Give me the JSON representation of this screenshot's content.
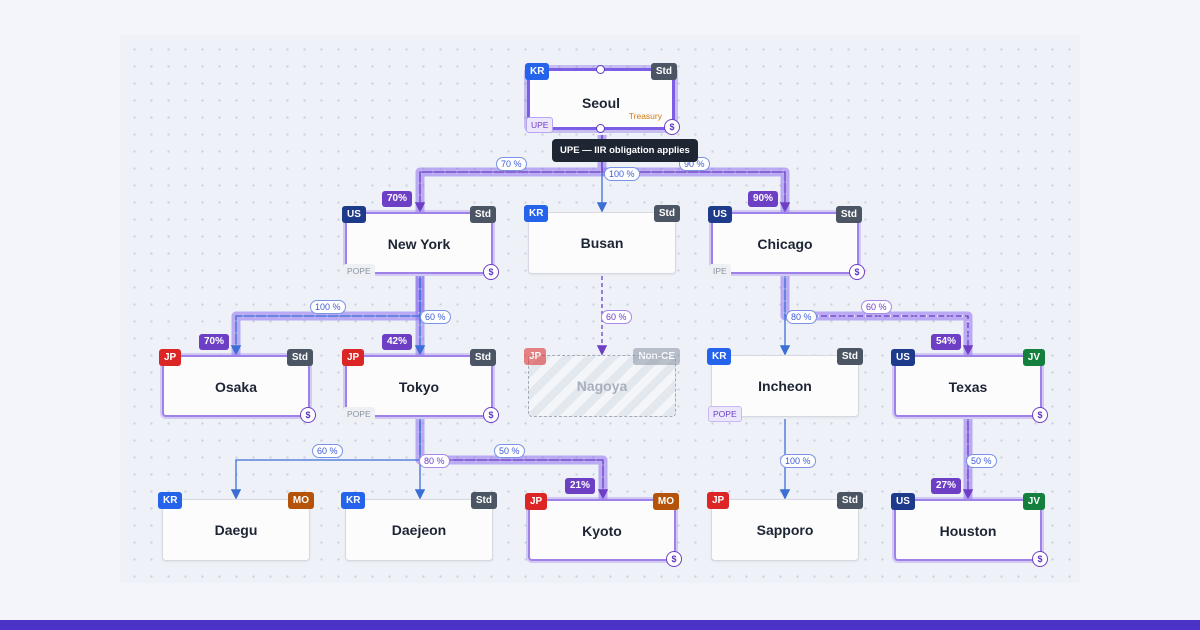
{
  "tooltip": "UPE — IIR obligation applies",
  "colors": {
    "accent": "#6d3fc4",
    "highlight": "#9e82ea",
    "edge": "#3b6fd6",
    "bottom_bar": "#4b33c8"
  },
  "nodes": {
    "seoul": {
      "name": "Seoul",
      "country": "KR",
      "type": "Std",
      "tag": "UPE",
      "note": "Treasury",
      "has_dollar": true
    },
    "newyork": {
      "name": "New York",
      "country": "US",
      "type": "Std",
      "ownership": "70%",
      "tag": "POPE",
      "has_dollar": true
    },
    "busan": {
      "name": "Busan",
      "country": "KR",
      "type": "Std"
    },
    "chicago": {
      "name": "Chicago",
      "country": "US",
      "type": "Std",
      "ownership": "90%",
      "tag": "IPE",
      "has_dollar": true
    },
    "osaka": {
      "name": "Osaka",
      "country": "JP",
      "type": "Std",
      "ownership": "70%",
      "has_dollar": true
    },
    "tokyo": {
      "name": "Tokyo",
      "country": "JP",
      "type": "Std",
      "ownership": "42%",
      "tag": "POPE",
      "has_dollar": true
    },
    "nagoya": {
      "name": "Nagoya",
      "country": "JP",
      "type": "Non-CE"
    },
    "incheon": {
      "name": "Incheon",
      "country": "KR",
      "type": "Std",
      "tag": "POPE"
    },
    "texas": {
      "name": "Texas",
      "country": "US",
      "type": "JV",
      "ownership": "54%",
      "has_dollar": true
    },
    "daegu": {
      "name": "Daegu",
      "country": "KR",
      "type": "MO"
    },
    "daejeon": {
      "name": "Daejeon",
      "country": "KR",
      "type": "Std"
    },
    "kyoto": {
      "name": "Kyoto",
      "country": "JP",
      "type": "MO",
      "ownership": "21%",
      "has_dollar": true
    },
    "sapporo": {
      "name": "Sapporo",
      "country": "JP",
      "type": "Std"
    },
    "houston": {
      "name": "Houston",
      "country": "US",
      "type": "JV",
      "ownership": "27%",
      "has_dollar": true
    }
  },
  "edges": [
    {
      "from": "Seoul",
      "to": "New York",
      "label": "70 %"
    },
    {
      "from": "Seoul",
      "to": "Busan",
      "label": "100 %"
    },
    {
      "from": "Seoul",
      "to": "Chicago",
      "label": "90 %"
    },
    {
      "from": "New York",
      "to": "Osaka",
      "label": "100 %"
    },
    {
      "from": "New York",
      "to": "Tokyo",
      "label": "60 %"
    },
    {
      "from": "Busan",
      "to": "Nagoya",
      "label": "60 %"
    },
    {
      "from": "Chicago",
      "to": "Incheon",
      "label": "80 %"
    },
    {
      "from": "Chicago",
      "to": "Texas",
      "label": "60 %"
    },
    {
      "from": "Tokyo",
      "to": "Daegu",
      "label": "60 %"
    },
    {
      "from": "Tokyo",
      "to": "Daejeon",
      "label": "80 %"
    },
    {
      "from": "Tokyo",
      "to": "Kyoto",
      "label": "50 %"
    },
    {
      "from": "Incheon",
      "to": "Sapporo",
      "label": "100 %"
    },
    {
      "from": "Texas",
      "to": "Houston",
      "label": "50 %"
    }
  ]
}
